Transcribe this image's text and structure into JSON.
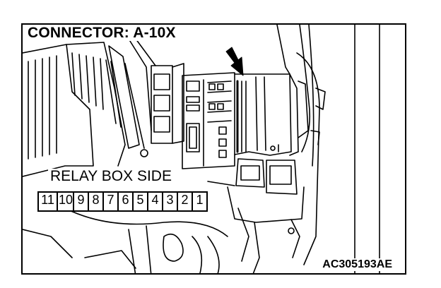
{
  "title": "CONNECTOR: A-10X",
  "side_label": "RELAY BOX SIDE",
  "pins": [
    "11",
    "10",
    "9",
    "8",
    "7",
    "6",
    "5",
    "4",
    "3",
    "2",
    "1"
  ],
  "image_code": "AC305193AE",
  "icons": [
    "arrow-pointer-icon"
  ],
  "colors": {
    "line": "#000000",
    "background": "#ffffff"
  }
}
